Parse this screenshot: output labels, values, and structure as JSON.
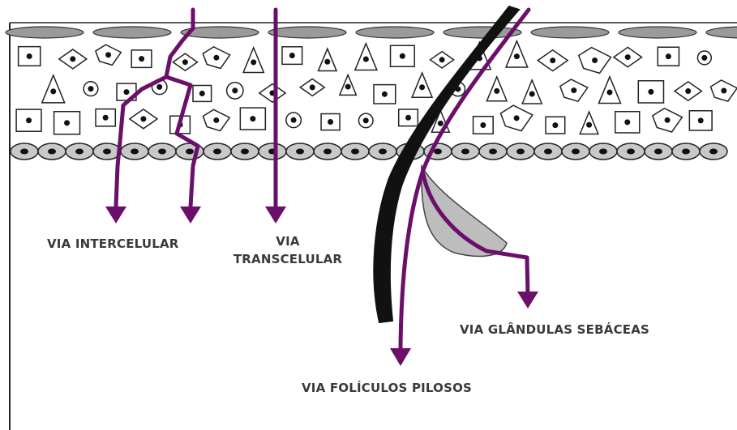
{
  "diagram": {
    "colors": {
      "pathway": "#6b0f6b",
      "hair": "#111111",
      "cell_outline": "#222222",
      "nucleus": "#111111",
      "basal_cell_fill": "#c8c8c8",
      "sebaceous_gland": "#bdbdbd",
      "background": "#ffffff"
    },
    "labels": {
      "intercellular": "VIA INTERCELULAR",
      "transcellular_line1": "VIA",
      "transcellular_line2": "TRANSCELULAR",
      "sebaceous": "VIA GLÂNDULAS SEBÁCEAS",
      "follicles": "VIA FOLÍCULOS PILOSOS"
    },
    "icons": [
      "pathway-arrow-icon",
      "hair-shaft-icon",
      "cell-nucleus-icon"
    ]
  }
}
